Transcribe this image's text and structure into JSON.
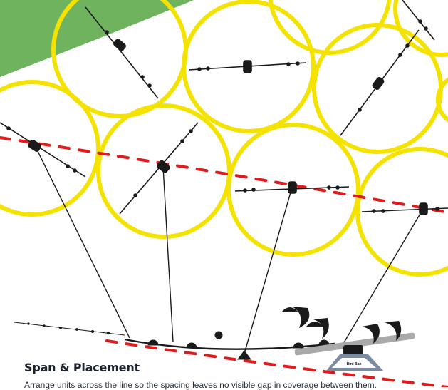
{
  "section": {
    "heading": "Span & Placement",
    "intro_partial": "Arrange units across the line so the spacing leaves no visible gap in coverage between them."
  },
  "device": {
    "brand_label": "Bird Ban"
  },
  "colors": {
    "coverage_ring": "#f4e200",
    "line": "#e01b1b",
    "accent_banner": "#6fb35e",
    "wire": "#1a1a1a"
  }
}
